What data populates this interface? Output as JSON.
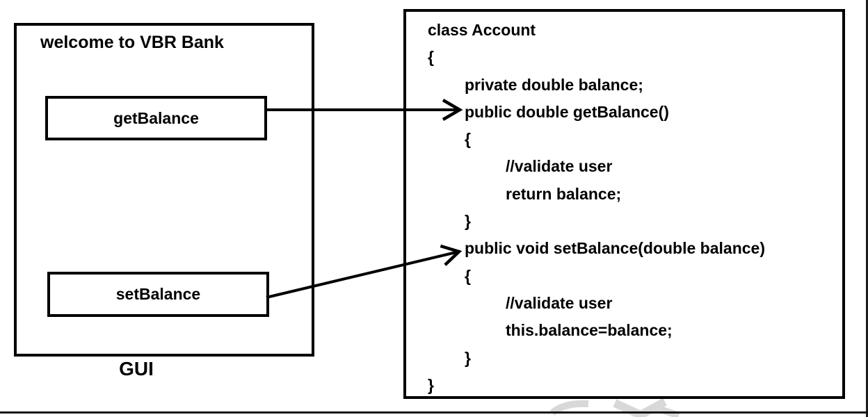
{
  "gui_window": {
    "title": "welcome to VBR Bank",
    "buttons": [
      {
        "id": "getBalance",
        "label": "getBalance"
      },
      {
        "id": "setBalance",
        "label": "setBalance"
      }
    ],
    "caption": "GUI"
  },
  "code_panel": {
    "lines": [
      {
        "indent": 0,
        "text": "class Account"
      },
      {
        "indent": 0,
        "text": "{"
      },
      {
        "indent": 1,
        "text": "private double balance;"
      },
      {
        "indent": 1,
        "text": "public double getBalance()"
      },
      {
        "indent": 1,
        "text": "{"
      },
      {
        "indent": 2,
        "text": "//validate user"
      },
      {
        "indent": 2,
        "text": "return balance;"
      },
      {
        "indent": 1,
        "text": "}"
      },
      {
        "indent": 1,
        "text": "public void setBalance(double balance)"
      },
      {
        "indent": 1,
        "text": "{"
      },
      {
        "indent": 2,
        "text": "//validate user"
      },
      {
        "indent": 2,
        "text": "this.balance=balance;"
      },
      {
        "indent": 1,
        "text": "}"
      },
      {
        "indent": 0,
        "text": "}"
      }
    ]
  },
  "connections": [
    {
      "from": "getBalance button",
      "to": "public double getBalance()"
    },
    {
      "from": "setBalance button",
      "to": "public void setBalance(double balance)"
    }
  ],
  "colors": {
    "ink": "#000000",
    "background": "#ffffff",
    "watermark": "#d8d8d8"
  }
}
